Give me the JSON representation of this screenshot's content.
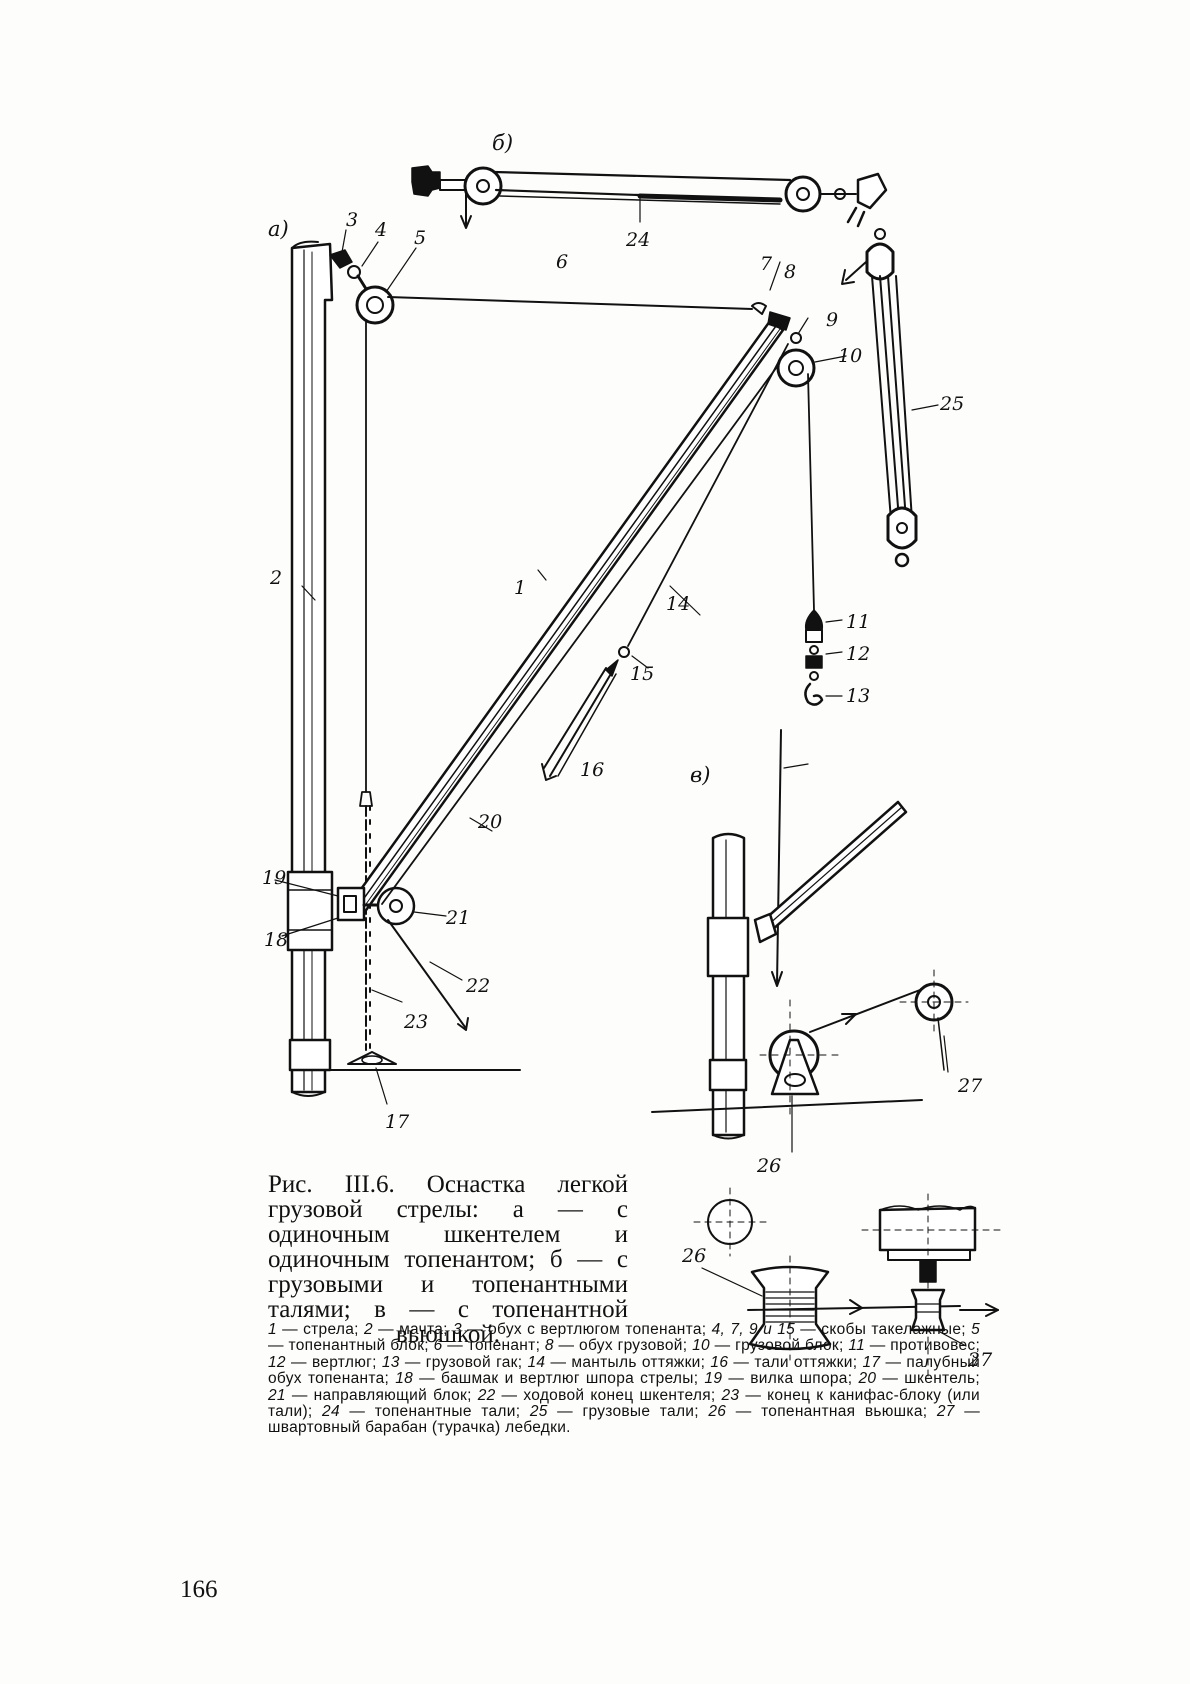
{
  "figure": {
    "panels": {
      "a": "а)",
      "b": "б)",
      "v": "в)"
    },
    "labels": [
      "1",
      "2",
      "3",
      "4",
      "5",
      "6",
      "7",
      "8",
      "9",
      "10",
      "11",
      "12",
      "13",
      "14",
      "15",
      "16",
      "17",
      "18",
      "19",
      "20",
      "21",
      "22",
      "23",
      "24",
      "25",
      "26",
      "27"
    ]
  },
  "caption": {
    "title": "Рис. III.6. Оснастка легкой грузовой стрелы: а — с одиночным шкентелем и одиночным топенантом; б — с грузовыми и топенантными талями; в — с топенантной вьюшкой."
  },
  "legend": {
    "items": [
      {
        "num": "1",
        "text": "стрела"
      },
      {
        "num": "2",
        "text": "мачта"
      },
      {
        "num": "3",
        "text": "обух с вертлюгом топенанта"
      },
      {
        "num": "4, 7, 9 и 15",
        "text": "скобы такелажные"
      },
      {
        "num": "5",
        "text": "топенантный блок"
      },
      {
        "num": "6",
        "text": "топенант"
      },
      {
        "num": "8",
        "text": "обух грузовой"
      },
      {
        "num": "10",
        "text": "грузовой блок"
      },
      {
        "num": "11",
        "text": "противовес"
      },
      {
        "num": "12",
        "text": "вертлюг"
      },
      {
        "num": "13",
        "text": "грузовой гак"
      },
      {
        "num": "14",
        "text": "мантыль оттяжки"
      },
      {
        "num": "16",
        "text": "тали оттяжки"
      },
      {
        "num": "17",
        "text": "палубный обух топенанта"
      },
      {
        "num": "18",
        "text": "башмак и вертлюг шпора стрелы"
      },
      {
        "num": "19",
        "text": "вилка шпора"
      },
      {
        "num": "20",
        "text": "шкентель"
      },
      {
        "num": "21",
        "text": "направляющий блок"
      },
      {
        "num": "22",
        "text": "ходовой конец шкентеля"
      },
      {
        "num": "23",
        "text": "конец к канифас-блоку (или тали)"
      },
      {
        "num": "24",
        "text": "топенантные тали"
      },
      {
        "num": "25",
        "text": "грузовые тали"
      },
      {
        "num": "26",
        "text": "топенантная вьюшка"
      },
      {
        "num": "27",
        "text": "швартовный барабан (турачка) лебедки."
      }
    ]
  },
  "page_number": "166"
}
